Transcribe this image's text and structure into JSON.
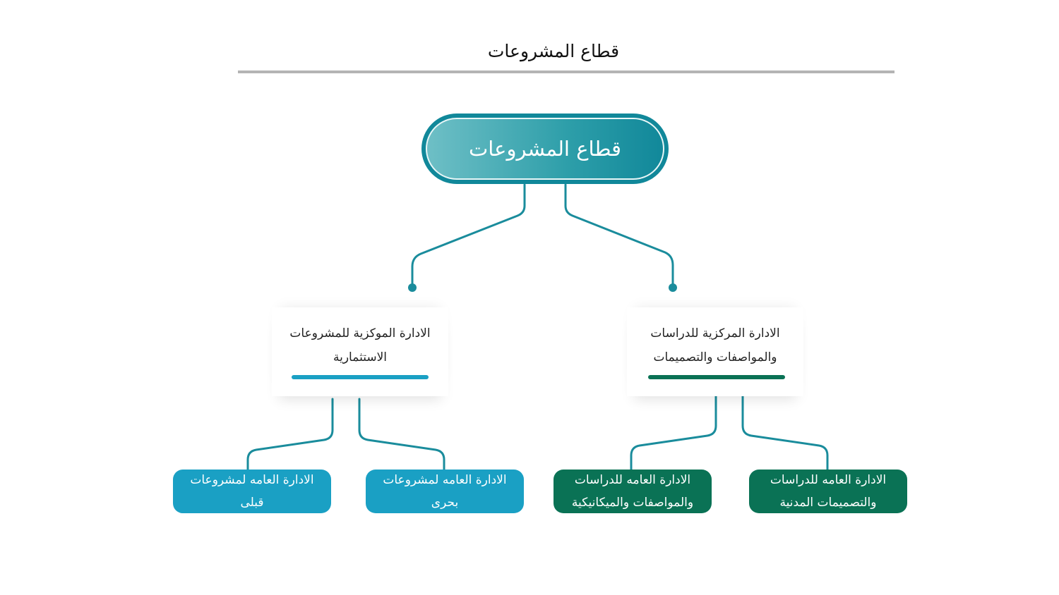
{
  "page": {
    "title": "قطاع المشروعات"
  },
  "colors": {
    "root": "#11889a",
    "connector": "#1a8c9c",
    "investment_accent": "#1aa0c4",
    "studies_accent": "#0a7255"
  },
  "diagram": {
    "root": {
      "label": "قطاع المشروعات"
    },
    "branches": [
      {
        "label_line1": "الادارة الموكزية للمشروعات",
        "label_line2": "الاستثمارية",
        "children": [
          {
            "label": "الادارة العامه لمشروعات قبلى"
          },
          {
            "label": "الادارة العامه لمشروعات بحرى"
          }
        ]
      },
      {
        "label_line1": "الادارة المركزية للدراسات",
        "label_line2": "والمواصفات والتصميمات",
        "children": [
          {
            "label": "الادارة العامه للدراسات\nوالمواصفات والميكانيكية"
          },
          {
            "label": "الادارة العامه للدراسات\nوالتصميمات المدنية"
          }
        ]
      }
    ]
  }
}
